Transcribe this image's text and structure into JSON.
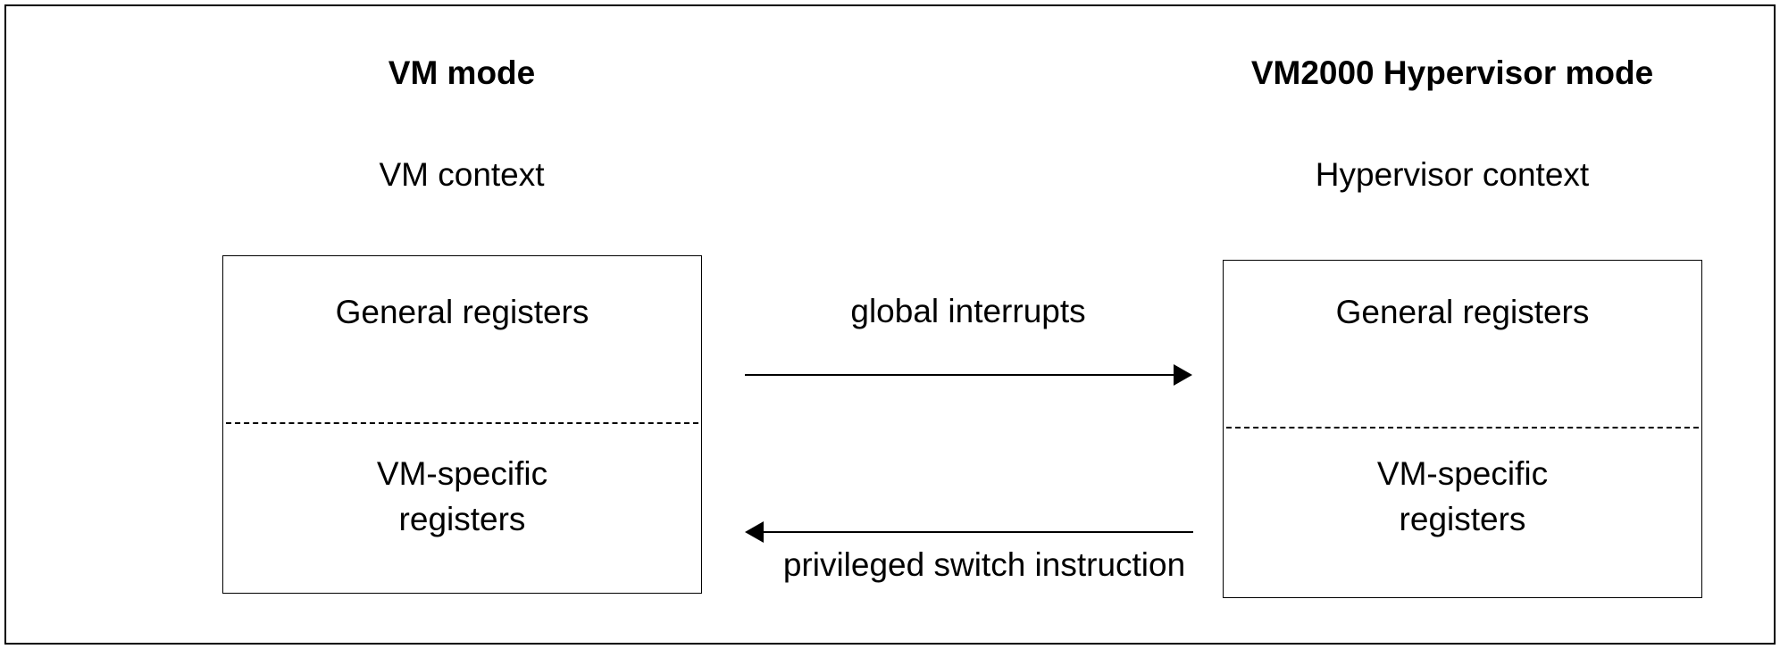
{
  "left_column": {
    "heading": "VM mode",
    "context": "VM context",
    "box": {
      "general": "General registers",
      "specific_line1": "VM-specific",
      "specific_line2": "registers"
    }
  },
  "right_column": {
    "heading": "VM2000 Hypervisor mode",
    "context": "Hypervisor context",
    "box": {
      "general": "General registers",
      "specific_line1": "VM-specific",
      "specific_line2": "registers"
    }
  },
  "arrows": {
    "to_hypervisor": "global interrupts",
    "to_vm": "privileged switch instruction"
  }
}
